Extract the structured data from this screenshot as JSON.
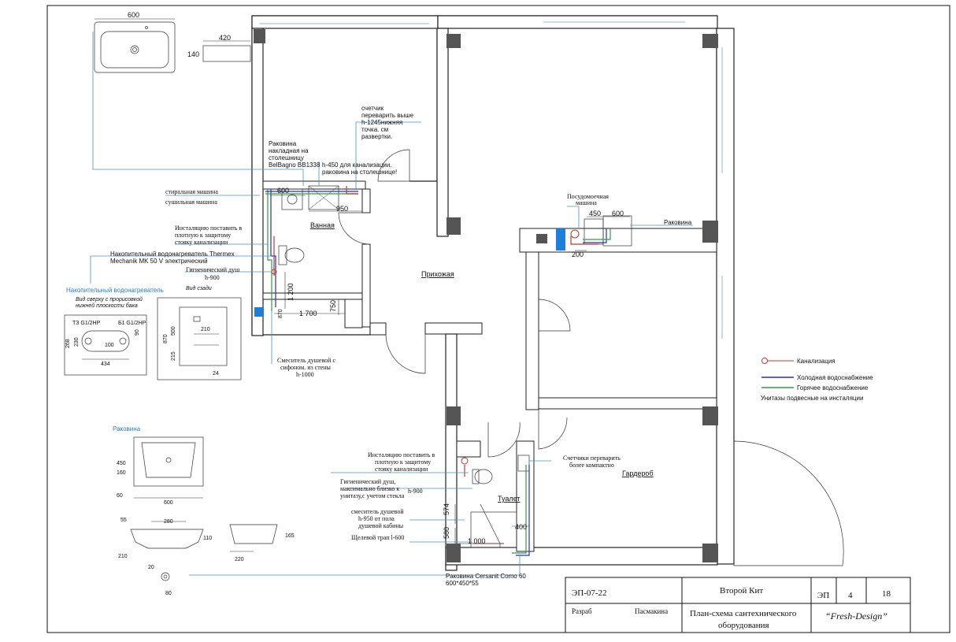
{
  "title_block": {
    "code": "ЭП-07-22",
    "project": "Второй Кит",
    "stage": "ЭП",
    "sheet": "4",
    "sheets": "18",
    "developed_label": "Разраб",
    "developer": "Пасмакина",
    "drawing_title_line1": "План-схема сантехнического",
    "drawing_title_line2": "оборудования",
    "studio": "“Fresh-Design”"
  },
  "rooms": {
    "bathroom": "Ванная",
    "hallway": "Прихожая",
    "toilet": "Туалет",
    "wardrobe": "Гардероб"
  },
  "legend": {
    "sewer": "Канализация",
    "cold": "Холодная водоснабжение",
    "hot": "Горячее водоснабжение",
    "note": "Унитазы подвесные на инсталяции"
  },
  "colors": {
    "sewer": "#c0392b",
    "cold": "#2a2ad0",
    "hot": "#2e9e3e",
    "lead": "#4a90c8",
    "wall": "#222222",
    "column": "#555555",
    "window": "#8fb8d8"
  },
  "annotations": {
    "counter_1": "счетчик",
    "counter_2": "переварить выше",
    "counter_3": "h-1245нижняя",
    "counter_4": "точка. см",
    "counter_5": "развертки.",
    "sink_1": "Раковина",
    "sink_2": "накладная на",
    "sink_3": "столешницу",
    "sink_4": "BelBagno BB1338",
    "h450_1": "h-450 для канализации.",
    "h450_2": "раковина на столешнице!",
    "washer": "стиральная машина",
    "dryer": "сушильная машина",
    "install_1": "Инсталяцию поставить в",
    "install_2": "плотную к защитому",
    "install_3": "стояку канализации",
    "heater_1": "Накопительный водонагреватель Thermex",
    "heater_2": "Mechanik MK 50 V электрический",
    "hyg_1": "Гигиенический душ",
    "hyg_2": "h-900",
    "mixer_1": "Смеситель душевой с",
    "mixer_2": "сифоном. из стены",
    "mixer_3": "h-1000",
    "dishwasher_1": "Посудомоечная",
    "dishwasher_2": "машина",
    "kitchen_sink": "Раковина",
    "meters_1": "Счетчики переварить",
    "meters_2": "более компактно",
    "t_install_1": "Инсталяцию поставить в",
    "t_install_2": "плотную к защитому",
    "t_install_3": "стояку канализации",
    "t_hyg_1": "Гигиенический душ,",
    "t_hyg_2": "максимально близко к",
    "t_hyg_3": "унитазу,с учетом стекла",
    "t_hyg_h": "h-900",
    "t_mixer_1": "смеситель душевой",
    "t_mixer_2": "h-950 от пола",
    "t_mixer_3": "душевой кабины",
    "drain": "Щелевой трап l-600",
    "t_sink_1": "Раковина Cersanit Como 60",
    "t_sink_2": "600*450*55"
  },
  "dims": {
    "d600": "600",
    "d950": "950",
    "d1200": "1 200",
    "d750": "750",
    "d1700": "1 700",
    "d870": "870",
    "d450": "450",
    "d600b": "600",
    "d200": "200",
    "d574": "574",
    "d580": "580",
    "d400": "400",
    "d1000": "1 000",
    "s_600": "600",
    "s_420": "420",
    "s_140": "140"
  },
  "heater_detail": {
    "title": "Накопительный водонагреватель",
    "top_1": "Вид сверху с прорисовкой",
    "top_2": "нижней плоскости бака",
    "side": "Вид сзади",
    "d268": "268",
    "d230": "230",
    "d90": "90",
    "d100": "100",
    "d434": "434",
    "d870": "870",
    "d500": "500",
    "d210": "210",
    "d215": "215",
    "d24": "24",
    "lbl_left": "ТЗ G1/2НР",
    "lbl_right": "Б1 G1/2НР"
  },
  "sink_detail": {
    "title": "Раковина",
    "d450": "450",
    "d160": "160",
    "d60": "60",
    "d600": "600",
    "d55": "55",
    "d280": "280",
    "d110": "110",
    "d165": "165",
    "d210": "210",
    "d220": "220",
    "d20": "20",
    "d80": "80"
  }
}
